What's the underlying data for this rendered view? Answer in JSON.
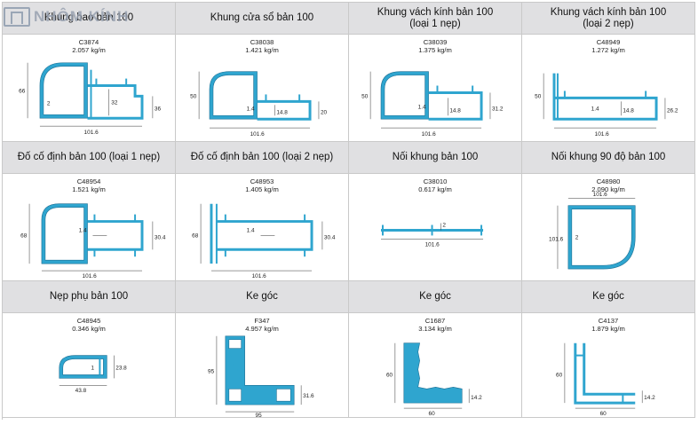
{
  "watermark": {
    "text": "NHÔM KÍNH"
  },
  "headers": [
    [
      "Khung bao bản 100"
    ],
    [
      "Khung cửa sổ bản 100"
    ],
    [
      "Khung vách kính bản 100",
      "(loại 1 nẹp)"
    ],
    [
      "Khung vách kính bản 100",
      "(loại 2 nẹp)"
    ],
    [
      "Đố cố định bản 100 (loại 1 nẹp)"
    ],
    [
      "Đố cố định bản 100 (loại 2 nẹp)"
    ],
    [
      "Nối khung bản 100"
    ],
    [
      "Nối khung 90 độ bản 100"
    ],
    [
      "Nẹp phụ bản 100"
    ],
    [
      "Ke góc"
    ],
    [
      "Ke góc"
    ],
    [
      "Ke góc"
    ]
  ],
  "profiles": [
    {
      "code": "C3874",
      "weight": "2.057 kg/m",
      "dims": [
        "66",
        "2",
        "32",
        "36",
        "101.6"
      ]
    },
    {
      "code": "C38038",
      "weight": "1.421 kg/m",
      "dims": [
        "50",
        "1.4",
        "14.8",
        "20",
        "101.6"
      ]
    },
    {
      "code": "C38039",
      "weight": "1.375 kg/m",
      "dims": [
        "50",
        "1.4",
        "14.8",
        "31.2",
        "101.6"
      ]
    },
    {
      "code": "C48949",
      "weight": "1.272 kg/m",
      "dims": [
        "50",
        "1.4",
        "14.8",
        "26.2",
        "101.6"
      ]
    },
    {
      "code": "C48954",
      "weight": "1.521 kg/m",
      "dims": [
        "68",
        "1.4",
        "30.4",
        "101.6"
      ]
    },
    {
      "code": "C48953",
      "weight": "1.405 kg/m",
      "dims": [
        "68",
        "1.4",
        "30.4",
        "101.6"
      ]
    },
    {
      "code": "C38010",
      "weight": "0.617 kg/m",
      "dims": [
        "2",
        "101.6"
      ]
    },
    {
      "code": "C48980",
      "weight": "2.090 kg/m",
      "dims": [
        "101.6",
        "101.6",
        "2"
      ]
    },
    {
      "code": "C48945",
      "weight": "0.346 kg/m",
      "dims": [
        "1",
        "23.8",
        "43.8"
      ]
    },
    {
      "code": "F347",
      "weight": "4.957 kg/m",
      "dims": [
        "95",
        "31.6",
        "95"
      ]
    },
    {
      "code": "C1687",
      "weight": "3.134 kg/m",
      "dims": [
        "60",
        "14.2",
        "60"
      ]
    },
    {
      "code": "C4137",
      "weight": "1.879 kg/m",
      "dims": [
        "60",
        "14.2",
        "60"
      ]
    }
  ]
}
